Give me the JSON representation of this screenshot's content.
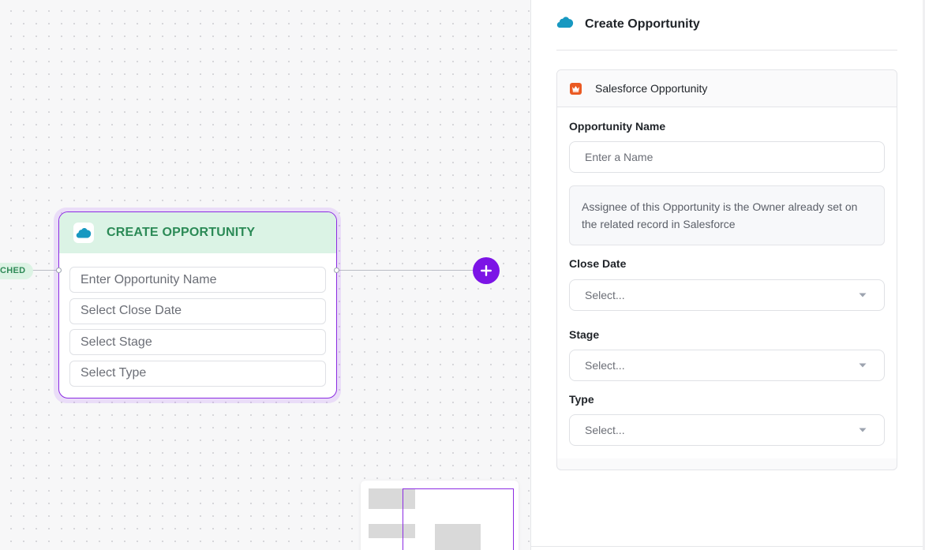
{
  "canvas": {
    "trigger_pill_label": "CHED",
    "node": {
      "title": "CREATE OPPORTUNITY",
      "fields": [
        {
          "label": "Enter Opportunity Name"
        },
        {
          "label": "Select Close Date"
        },
        {
          "label": "Select Stage"
        },
        {
          "label": "Select Type"
        }
      ]
    },
    "add_button_icon": "plus-icon"
  },
  "panel": {
    "title": "Create Opportunity",
    "section": {
      "title": "Salesforce Opportunity",
      "opportunity_name": {
        "label": "Opportunity Name",
        "placeholder": "Enter a Name",
        "value": ""
      },
      "note": "Assignee of this Opportunity is the Owner already set on the related record in Salesforce",
      "close_date": {
        "label": "Close Date",
        "value": "Select..."
      },
      "stage": {
        "label": "Stage",
        "value": "Select..."
      },
      "type": {
        "label": "Type",
        "value": "Select..."
      }
    }
  },
  "colors": {
    "accent": "#7c14e6",
    "node_border": "#8b2be2",
    "node_header_bg": "#dbf3e5",
    "node_title": "#2b8a56",
    "salesforce_blue": "#1798c1",
    "section_icon": "#ea5a23"
  }
}
